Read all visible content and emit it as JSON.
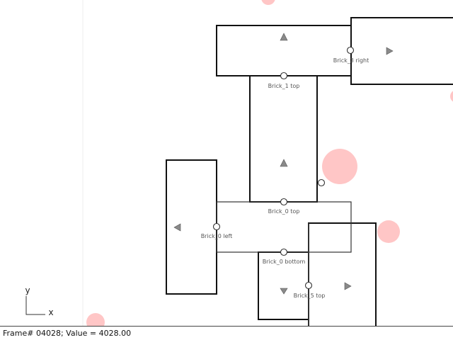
{
  "connectors": {
    "brick_1_top": "Brick_1 top",
    "brick_3_right": "Brick_3 right",
    "brick_0_top": "Brick_0 top",
    "brick_0_left": "Brick_0 left",
    "brick_0_bottom": "Brick_0 bottom",
    "brick_5_top": "Brick_5 top"
  },
  "axes": {
    "y": "y",
    "x": "x"
  },
  "status": {
    "text": "Frame# 04028;  Value = 4028.00"
  },
  "colors": {
    "blob": "#ffc6c6",
    "brick_stroke": "#111111"
  }
}
